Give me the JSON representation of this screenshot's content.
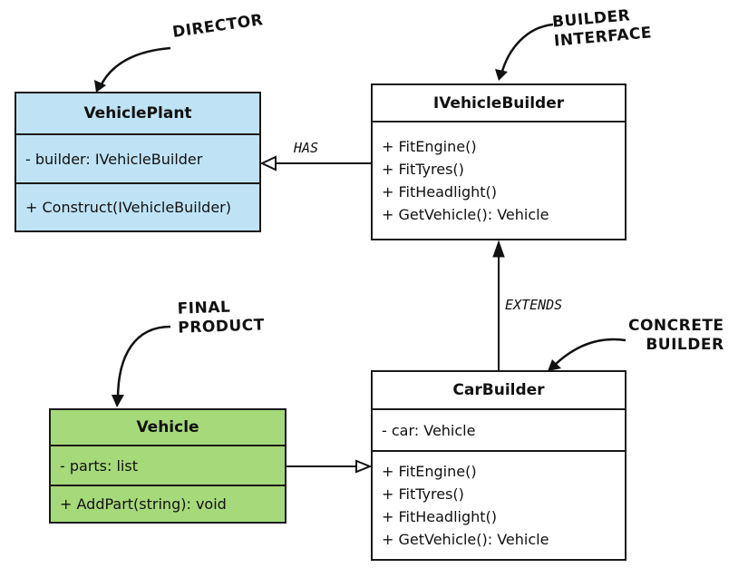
{
  "classes": {
    "vehicle_plant": {
      "name": "VehiclePlant",
      "attributes": [
        "- builder: IVehicleBuilder"
      ],
      "operations": [
        "+ Construct(IVehicleBuilder)"
      ],
      "fill": "#bfe3f5"
    },
    "ivehicle_builder": {
      "name": "IVehicleBuilder",
      "operations": [
        "+ FitEngine()",
        "+ FitTyres()",
        "+ FitHeadlight()",
        "+ GetVehicle(): Vehicle"
      ],
      "fill": "#ffffff"
    },
    "vehicle": {
      "name": "Vehicle",
      "attributes": [
        "- parts: list"
      ],
      "operations": [
        "+ AddPart(string): void"
      ],
      "fill": "#a6d97a"
    },
    "car_builder": {
      "name": "CarBuilder",
      "attributes": [
        "- car: Vehicle"
      ],
      "operations": [
        "+ FitEngine()",
        "+ FitTyres()",
        "+ FitHeadlight()",
        "+ GetVehicle(): Vehicle"
      ],
      "fill": "#ffffff"
    }
  },
  "relations": {
    "has": "HAS",
    "extends": "EXTENDS"
  },
  "notes": {
    "director": "DIRECTOR",
    "builder_interface": [
      "BUILDER",
      "INTERFACE"
    ],
    "final_product": [
      "FINAL",
      "PRODUCT"
    ],
    "concrete_builder": [
      "CONCRETE",
      "BUILDER"
    ]
  }
}
